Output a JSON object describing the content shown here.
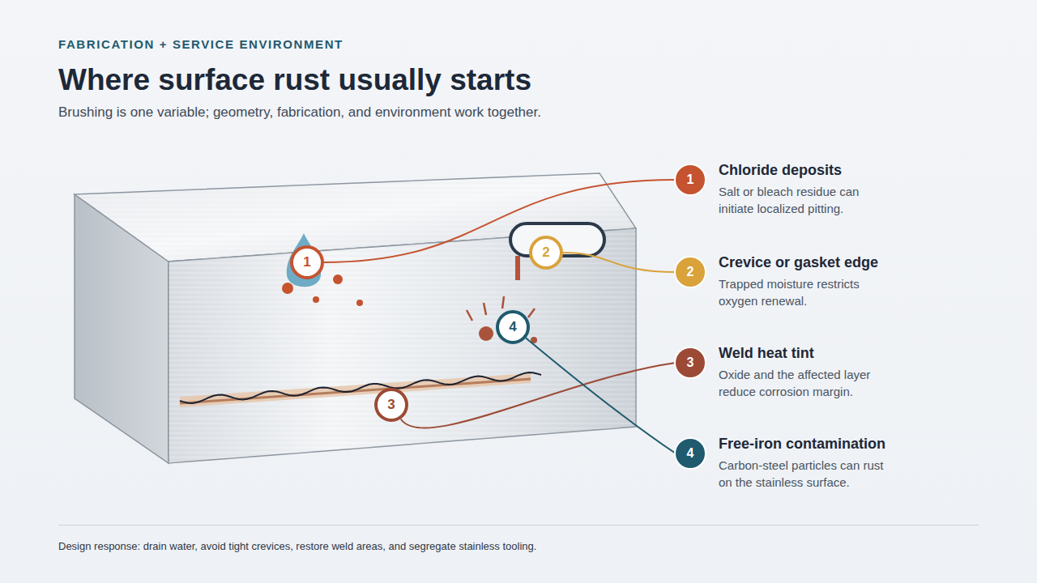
{
  "diagram": {
    "title": "Where surface rust usually starts",
    "nodes": [
      {
        "text": [
          "1"
        ]
      },
      {
        "text": [
          "2"
        ]
      },
      {
        "text": [
          "4"
        ]
      },
      {
        "text": [
          "3"
        ]
      },
      {
        "text": [
          "1",
          "Chloride deposits",
          "Salt or bleach residue can initiate localized pitting."
        ]
      },
      {
        "text": [
          "2",
          "Crevice or gasket edge",
          "Trapped moisture restricts oxygen renewal."
        ]
      },
      {
        "text": [
          "3",
          "Weld heat tint",
          "Oxide and the affected layer reduce corrosion margin."
        ]
      },
      {
        "text": [
          "4",
          "Free-iron contamination",
          "Carbon-steel particles can rust on the stainless surface."
        ]
      }
    ],
    "edges": [
      {
        "from": 0,
        "to": 4,
        "arrow": "none"
      },
      {
        "from": 1,
        "to": 5,
        "arrow": "none"
      },
      {
        "from": 3,
        "to": 6,
        "arrow": "none"
      },
      {
        "from": 2,
        "to": 7,
        "arrow": "none"
      }
    ],
    "labels": [
      "FABRICATION + SERVICE ENVIRONMENT",
      "Brushing is one variable; geometry, fabrication, and environment work together.",
      "Design response: drain water, avoid tight crevices, restore weld areas, and segregate stainless tooling."
    ]
  }
}
